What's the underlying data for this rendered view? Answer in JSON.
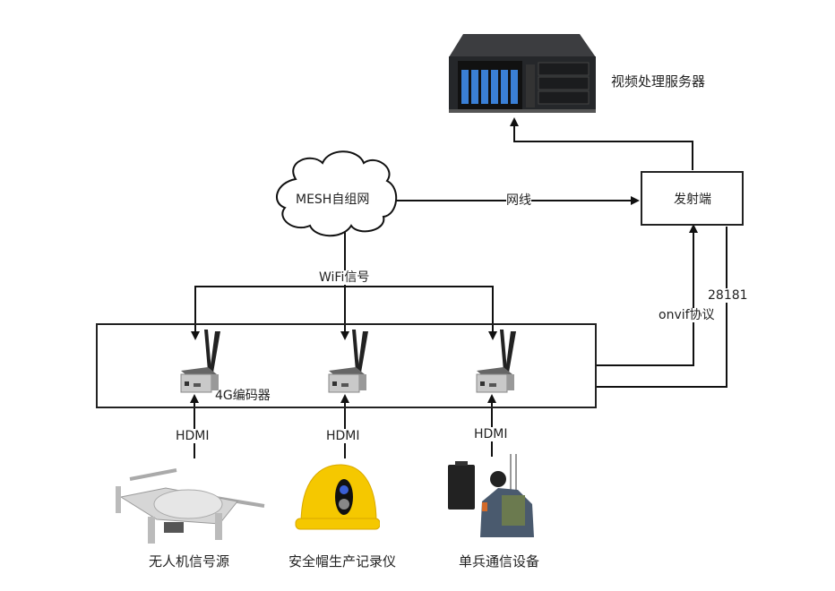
{
  "nodes": {
    "server": {
      "label": "视频处理服务器",
      "icon": "server-rack-icon"
    },
    "mesh": {
      "label": "MESH自组网",
      "icon": "cloud-icon"
    },
    "transmitter": {
      "label": "发射端"
    },
    "encoder": {
      "label": "4G编码器",
      "icon": "router-antenna-icon",
      "count": 3
    },
    "sources": [
      {
        "label": "无人机信号源",
        "icon": "drone-icon"
      },
      {
        "label": "安全帽生产记录仪",
        "icon": "helmet-camera-icon"
      },
      {
        "label": "单兵通信设备",
        "icon": "soldier-radio-icon"
      }
    ]
  },
  "edges": {
    "mesh_to_transmitter": "网线",
    "mesh_to_encoders": "WiFi信号",
    "encoders_onvif": "onvif协议",
    "encoders_28181": "28181",
    "source_to_encoder": "HDMI"
  },
  "colors": {
    "line": "#111111",
    "helmet": "#f5c800",
    "drive_bay": "#3a7fd5"
  }
}
